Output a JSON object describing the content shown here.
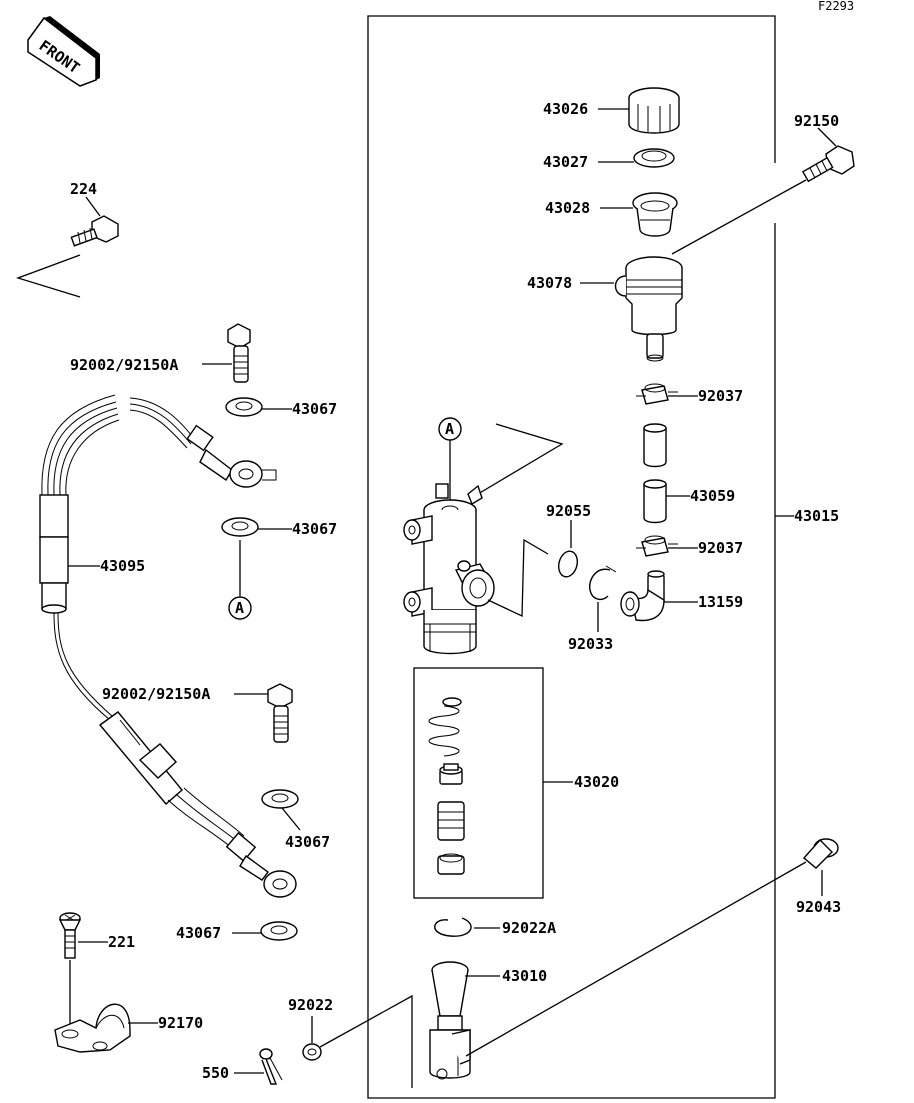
{
  "figure_ref": "F2293",
  "front_arrow": "FRONT",
  "callout_a": "A",
  "labels": {
    "p224": "224",
    "p92002a": "92002/92150A",
    "p92002b": "92002/92150A",
    "p43067a": "43067",
    "p43067b": "43067",
    "p43067c": "43067",
    "p43067d": "43067",
    "p43095": "43095",
    "p221": "221",
    "p92170": "92170",
    "p550": "550",
    "p92022": "92022",
    "p43026": "43026",
    "p43027": "43027",
    "p43028": "43028",
    "p43078": "43078",
    "p92150": "92150",
    "p92037a": "92037",
    "p92037b": "92037",
    "p43059": "43059",
    "p92055": "92055",
    "p92033": "92033",
    "p13159": "13159",
    "p43015": "43015",
    "p43020": "43020",
    "p92022A": "92022A",
    "p43010": "43010",
    "p92043": "92043"
  }
}
